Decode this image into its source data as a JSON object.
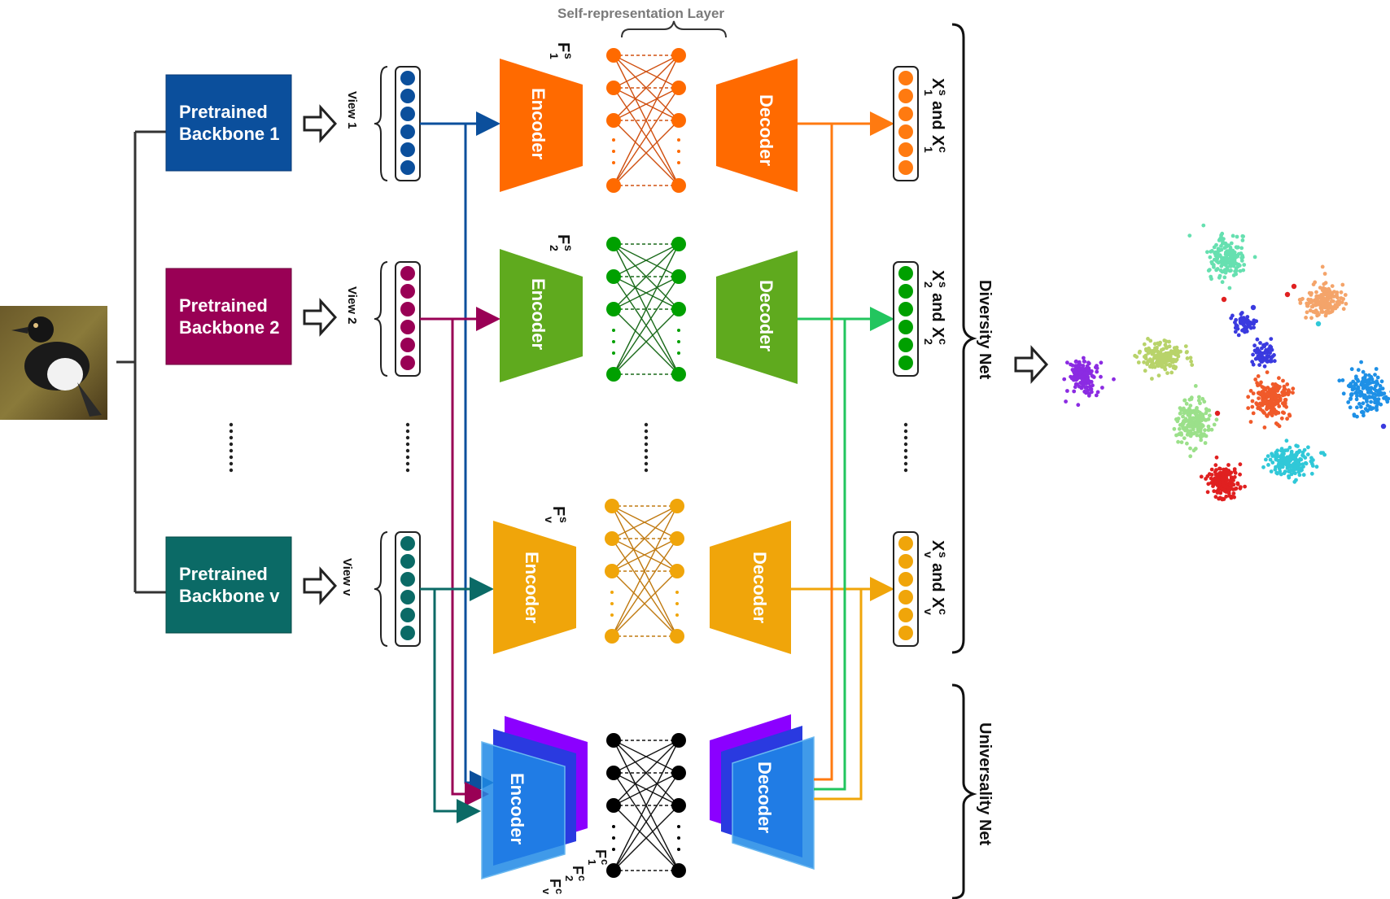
{
  "header": {
    "self_rep_label": "Self-representation Layer"
  },
  "backbones": [
    {
      "label_line1": "Pretrained",
      "label_line2": "Backbone 1",
      "color": "#0b4f9c"
    },
    {
      "label_line1": "Pretrained",
      "label_line2": "Backbone 2",
      "color": "#990055"
    },
    {
      "label_line1": "Pretrained",
      "label_line2": "Backbone v",
      "color": "#0b6a66"
    }
  ],
  "views": [
    {
      "label": "View 1",
      "color": "#0b4f9c"
    },
    {
      "label": "View 2",
      "color": "#990055"
    },
    {
      "label": "View v",
      "color": "#0b6a66"
    }
  ],
  "branches": [
    {
      "encoder": "Encoder",
      "decoder": "Decoder",
      "fs_main": "F",
      "fs_sup": "s",
      "fs_sub": "1",
      "color": "#ff6a00",
      "net_color": "#d05010",
      "recon_x": "X",
      "recon_sup": "s",
      "recon_sub": "1",
      "recon_and": "and",
      "recon_x2": "X",
      "recon_sup2": "c",
      "recon_sub2": "1"
    },
    {
      "encoder": "Encoder",
      "decoder": "Decoder",
      "fs_main": "F",
      "fs_sup": "s",
      "fs_sub": "2",
      "color": "#00a000",
      "net_color": "#1a6a1a",
      "recon_x": "X",
      "recon_sup": "s",
      "recon_sub": "2",
      "recon_and": "and",
      "recon_x2": "X",
      "recon_sup2": "c",
      "recon_sub2": "2"
    },
    {
      "encoder": "Encoder",
      "decoder": "Decoder",
      "fs_main": "F",
      "fs_sup": "s",
      "fs_sub": "v",
      "color": "#f0a50a",
      "net_color": "#c07a10",
      "recon_x": "X",
      "recon_sup": "s",
      "recon_sub": "v",
      "recon_and": "and",
      "recon_x2": "X",
      "recon_sup2": "c",
      "recon_sub2": "v"
    }
  ],
  "universal": {
    "encoder": "Encoder",
    "decoder": "Decoder",
    "fc_labels": [
      {
        "main": "F",
        "sup": "c",
        "sub": "1"
      },
      {
        "main": "F",
        "sup": "c",
        "sub": "2"
      },
      {
        "main": "F",
        "sup": "c",
        "sub": "v"
      }
    ]
  },
  "side_labels": {
    "diversity": "Diversity Net",
    "universality": "Universality Net"
  },
  "colors": {
    "decoder_fill": "#5faa1e",
    "encoder_green": "#5faa1e",
    "universal_blue": "#1e88e5",
    "universal_purple": "#8b00ff",
    "universal_navy": "#2a3ae0",
    "arrow_green": "#22c55e"
  }
}
